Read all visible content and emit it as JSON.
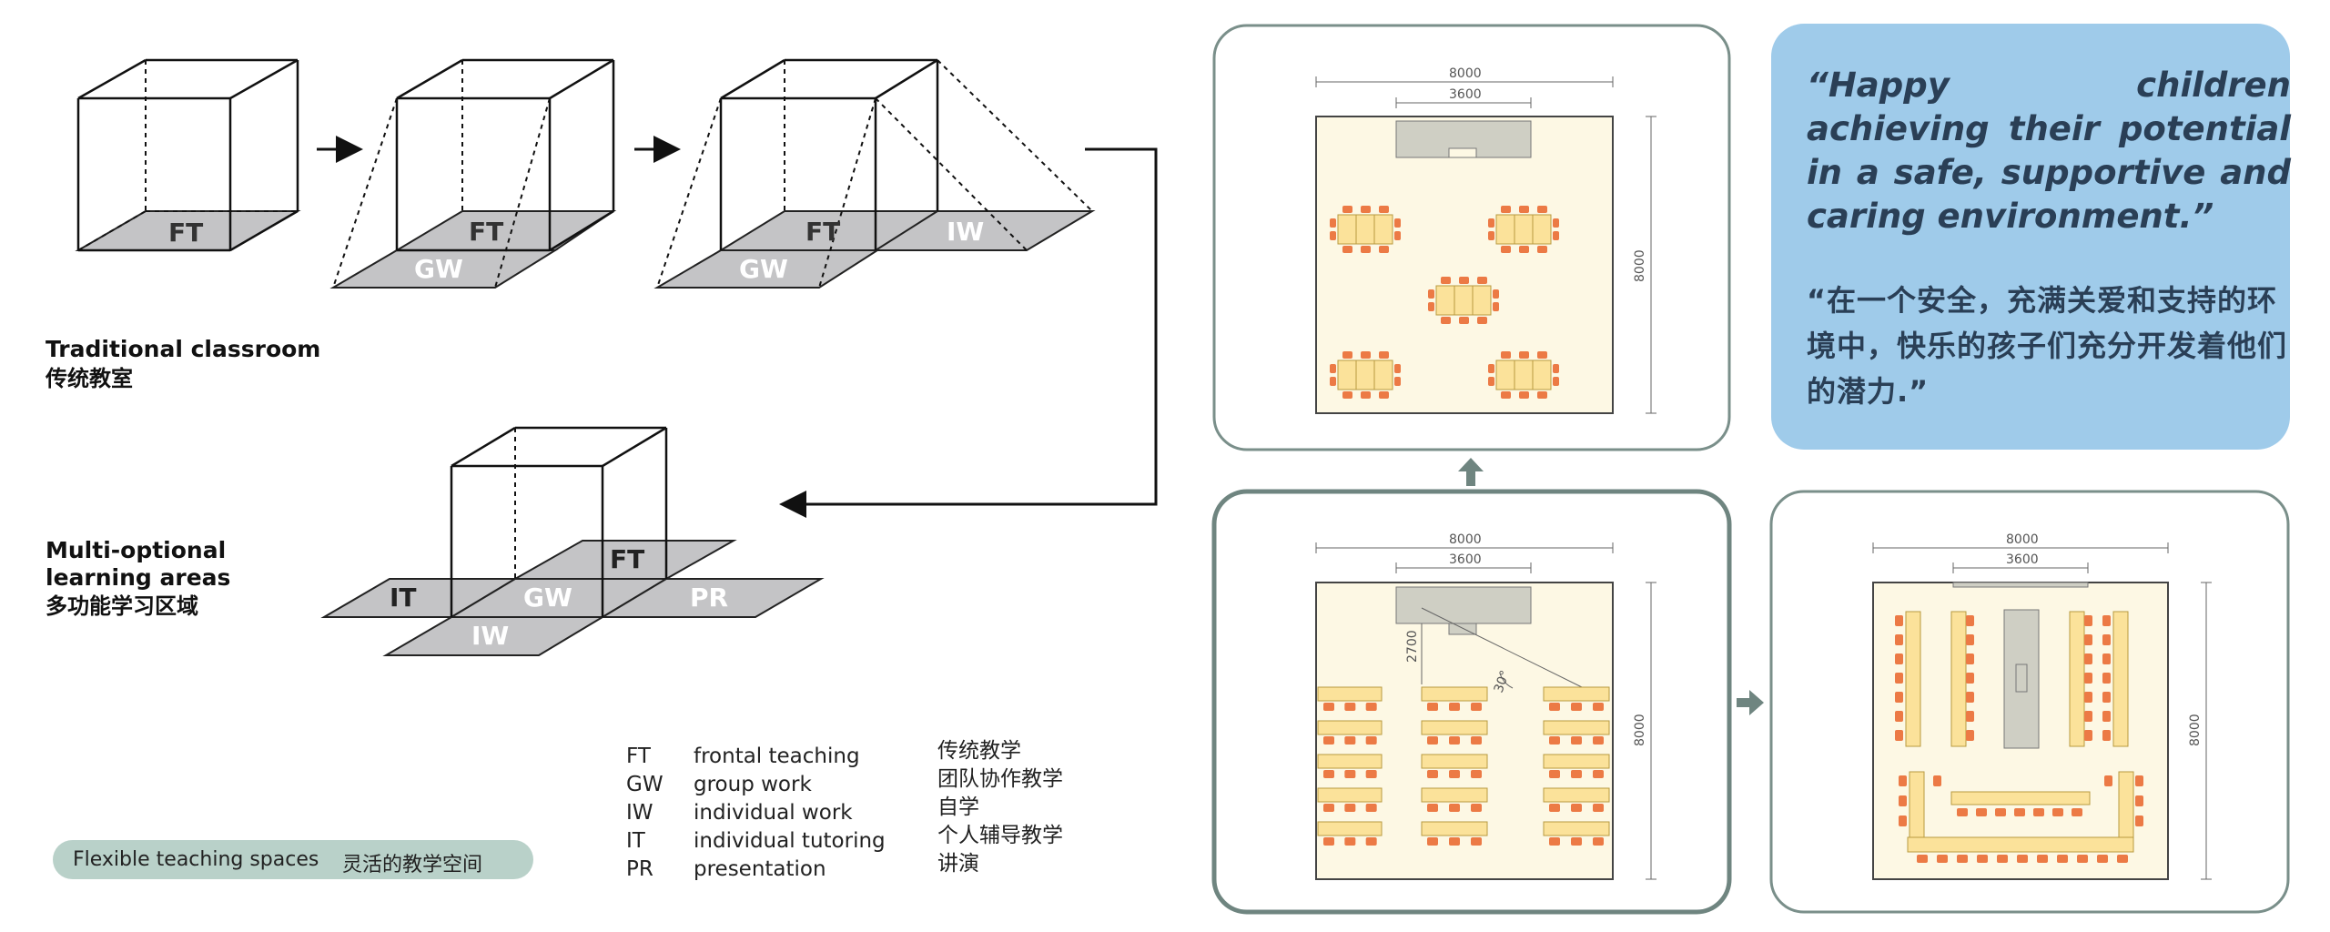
{
  "diagram": {
    "cubes": {
      "c1": {
        "ft": "FT"
      },
      "c2": {
        "ft": "FT",
        "gw": "GW"
      },
      "c3": {
        "ft": "FT",
        "gw": "GW",
        "iw": "IW"
      },
      "c4": {
        "ft": "FT",
        "it": "IT",
        "gw": "GW",
        "pr": "PR",
        "iw": "IW"
      }
    },
    "traditional": {
      "en": "Traditional classroom",
      "zh": "传统教室"
    },
    "multi": {
      "line1": "Multi-optional",
      "line2": "learning areas",
      "zh": "多功能学习区域"
    },
    "legend": [
      {
        "abbr": "FT",
        "en": "frontal teaching",
        "zh": "传统教学"
      },
      {
        "abbr": "GW",
        "en": "group work",
        "zh": "团队协作教学"
      },
      {
        "abbr": "IW",
        "en": "individual work",
        "zh": "自学"
      },
      {
        "abbr": "IT",
        "en": "individual tutoring",
        "zh": "个人辅导教学"
      },
      {
        "abbr": "PR",
        "en": "presentation",
        "zh": "讲演"
      }
    ],
    "flex_label": {
      "en": "Flexible teaching spaces",
      "zh": "灵活的教学空间"
    }
  },
  "quote": {
    "en": "“Happy children achieving their potential in a safe, supportive and caring environment.”",
    "zh": "“在一个安全，充满关爱和支持的环境中，快乐的孩子们充分开发着他们的潜力.”"
  },
  "plans": {
    "dims": {
      "width": "8000",
      "inner": "3600",
      "height": "8000",
      "depth": "2700",
      "angle": "30°"
    }
  },
  "colors": {
    "floor": "#c4c4c6",
    "plan_bg": "#fdf8e4",
    "table": "#fbe29a",
    "chair": "#ec7a45",
    "quote_bg": "#9fcbea",
    "quote_text": "#2a3f56",
    "panel_border": "#7a8f8a",
    "arrow_grey": "#6f8580"
  }
}
